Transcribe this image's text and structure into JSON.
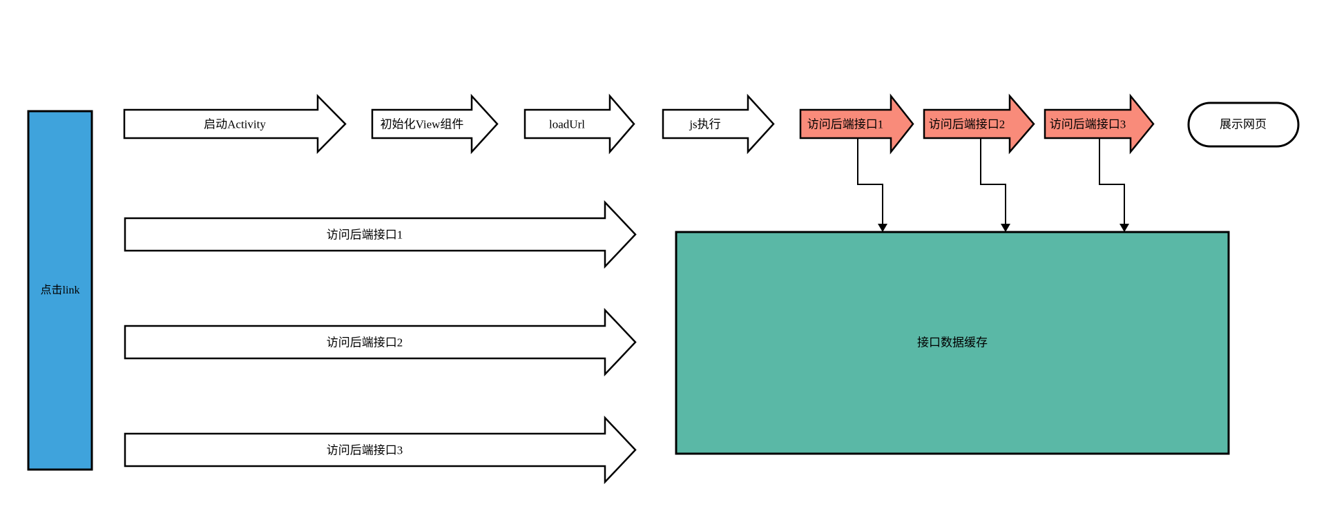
{
  "diagram": {
    "background": "#ffffff",
    "colors": {
      "node_blue": "#3FA3DC",
      "arrow_white": "#FFFFFF",
      "arrow_salmon": "#F98B7A",
      "cache_teal": "#5AB8A6",
      "outline_black": "#000000"
    },
    "start_node": {
      "label": "点击link"
    },
    "top_flow": [
      {
        "label": "启动Activity"
      },
      {
        "label": "初始化View组件"
      },
      {
        "label": "loadUrl"
      },
      {
        "label": "js执行"
      },
      {
        "label": "访问后端接口1"
      },
      {
        "label": "访问后端接口2"
      },
      {
        "label": "访问后端接口3"
      }
    ],
    "end_node": {
      "label": "展示网页"
    },
    "parallel_flow": [
      {
        "label": "访问后端接口1"
      },
      {
        "label": "访问后端接口2"
      },
      {
        "label": "访问后端接口3"
      }
    ],
    "cache_node": {
      "label": "接口数据缓存"
    }
  }
}
